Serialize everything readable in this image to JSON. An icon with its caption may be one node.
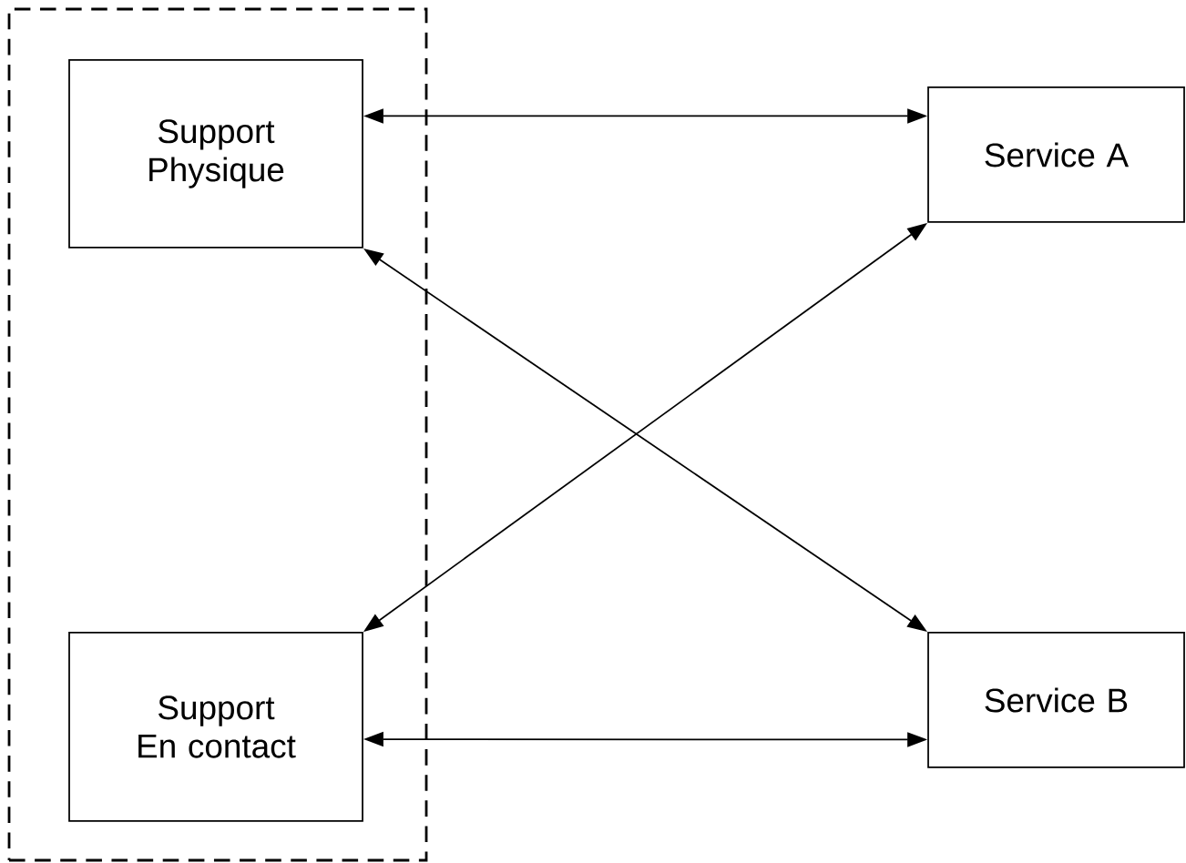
{
  "diagram": {
    "nodes": [
      {
        "text": [],
        "shape": "box"
      },
      {
        "text": [
          "Support Physique"
        ],
        "in": 0
      },
      {
        "text": [
          "Service A"
        ]
      },
      {
        "text": [
          "Support En contact"
        ],
        "in": 0
      },
      {
        "text": [
          "Service B"
        ]
      }
    ],
    "edges": [
      {
        "from": 1,
        "to": 2,
        "arrow": "both"
      },
      {
        "from": 1,
        "to": 4,
        "arrow": "both"
      },
      {
        "from": 2,
        "to": 3,
        "arrow": "both"
      },
      {
        "from": 3,
        "to": 4,
        "arrow": "both"
      }
    ]
  }
}
